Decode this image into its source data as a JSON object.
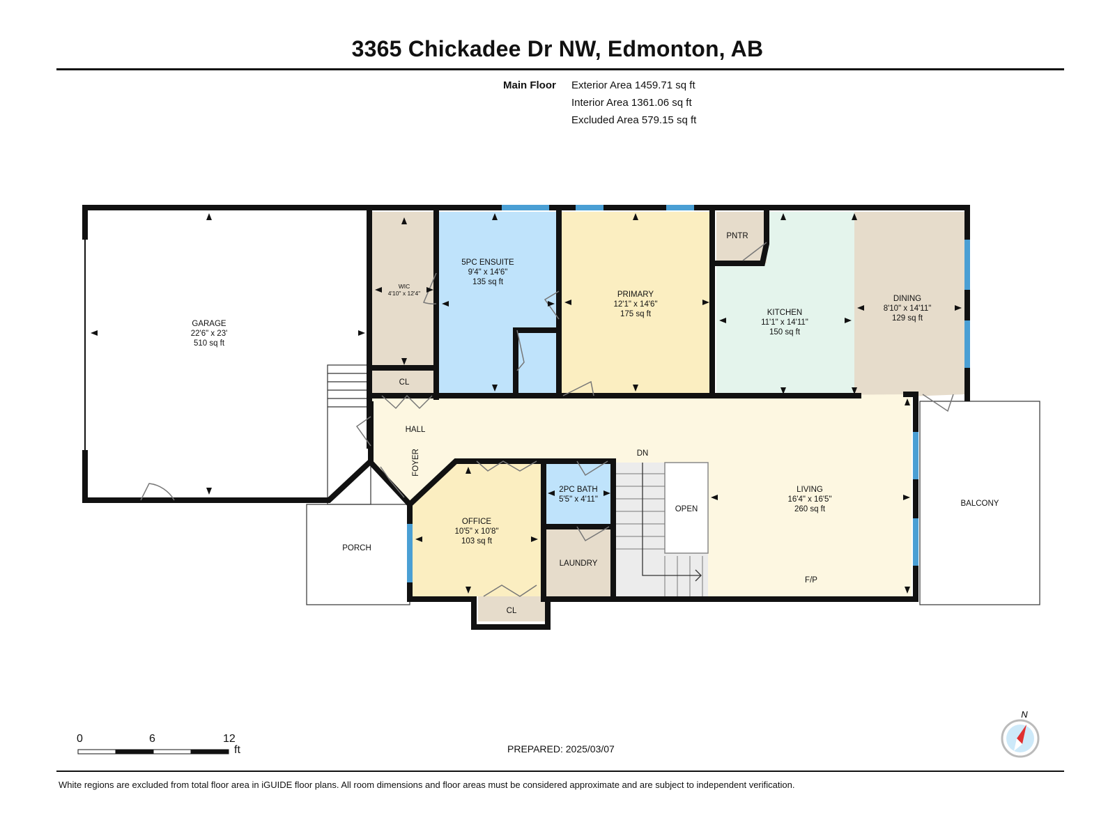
{
  "title": "3365 Chickadee Dr NW, Edmonton, AB",
  "floor": {
    "label": "Main Floor",
    "exterior_area": "Exterior Area 1459.71 sq ft",
    "interior_area": "Interior Area 1361.06 sq ft",
    "excluded_area": "Excluded Area 579.15 sq ft"
  },
  "rooms": {
    "garage": {
      "name": "GARAGE",
      "dims": "22'6\" x 23'",
      "area": "510 sq ft"
    },
    "wic": {
      "name": "WIC",
      "dims": "4'10\" x 12'4\""
    },
    "ensuite": {
      "name": "5PC ENSUITE",
      "dims": "9'4\" x 14'6\"",
      "area": "135 sq ft"
    },
    "primary": {
      "name": "PRIMARY",
      "dims": "12'1\" x 14'6\"",
      "area": "175 sq ft"
    },
    "pantry": {
      "name": "PNTR"
    },
    "kitchen": {
      "name": "KITCHEN",
      "dims": "11'1\" x 14'11\"",
      "area": "150 sq ft"
    },
    "dining": {
      "name": "DINING",
      "dims": "8'10\" x 14'11\"",
      "area": "129 sq ft"
    },
    "closet_hall": {
      "name": "CL"
    },
    "hall": {
      "name": "HALL"
    },
    "foyer": {
      "name": "FOYER"
    },
    "stairs_down": {
      "name": "DN"
    },
    "office": {
      "name": "OFFICE",
      "dims": "10'5\" x 10'8\"",
      "area": "103 sq ft"
    },
    "bath": {
      "name": "2PC BATH",
      "dims": "5'5\" x 4'11\""
    },
    "laundry": {
      "name": "LAUNDRY"
    },
    "closet_office": {
      "name": "CL"
    },
    "open": {
      "name": "OPEN"
    },
    "living": {
      "name": "LIVING",
      "dims": "16'4\" x 16'5\"",
      "area": "260 sq ft"
    },
    "fireplace": {
      "name": "F/P"
    },
    "porch": {
      "name": "PORCH"
    },
    "balcony": {
      "name": "BALCONY"
    }
  },
  "scale": {
    "zero": "0",
    "mid": "6",
    "max": "12",
    "unit": "ft"
  },
  "compass": {
    "label": "N"
  },
  "prepared": "PREPARED: 2025/03/07",
  "disclaimer": "White regions are excluded from total floor area in iGUIDE floor plans. All room dimensions and floor areas must be considered approximate and are subject to independent verification.",
  "colors": {
    "wall": "#111111",
    "window": "#4a9fd4",
    "wic": "#e6dccb",
    "ensuite": "#bfe3fb",
    "primary": "#fbeec1",
    "pantry": "#e6dccb",
    "kitchen": "#e4f4ec",
    "dining": "#e6dccb",
    "hall": "#fdf7e1",
    "office": "#fbeec1",
    "bath": "#bfe3fb",
    "laundry": "#e6dccb",
    "stairs": "#ececec"
  }
}
